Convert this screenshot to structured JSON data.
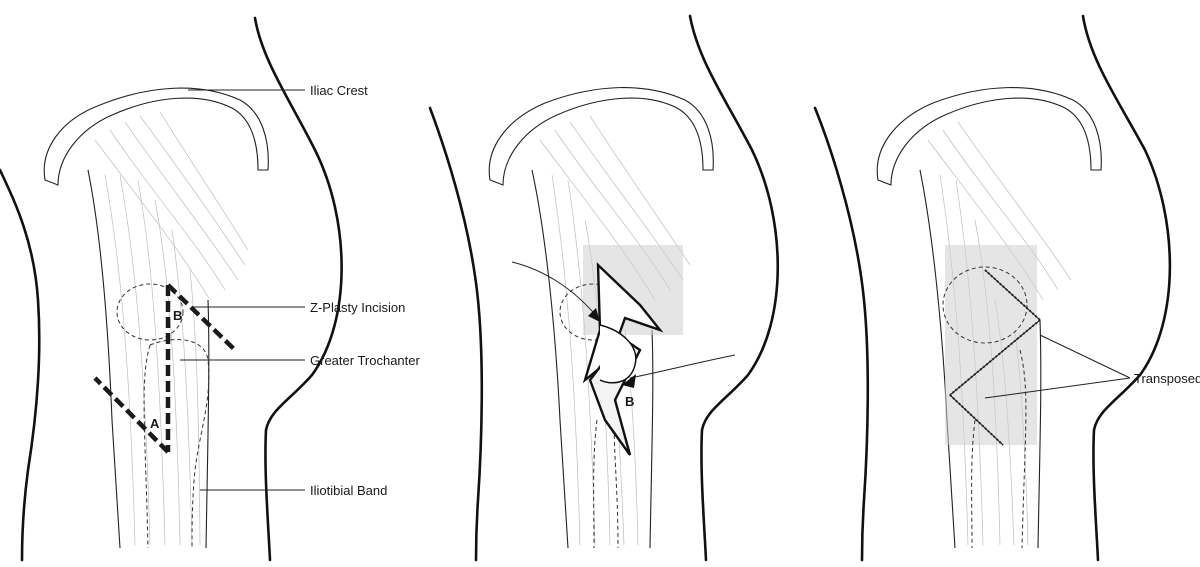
{
  "labels": {
    "iliac_crest": "Iliac Crest",
    "z_plasty_incision": "Z-Plasty Incision",
    "greater_trochanter": "Greater Trochanter",
    "iliotibial_band": "Iliotibial Band",
    "transposed": "Transposed"
  },
  "markers": {
    "a": "A",
    "b": "B"
  },
  "colors": {
    "ink": "#111111",
    "fiber": "#bdbdbd",
    "shade": "#cfcfcf"
  }
}
